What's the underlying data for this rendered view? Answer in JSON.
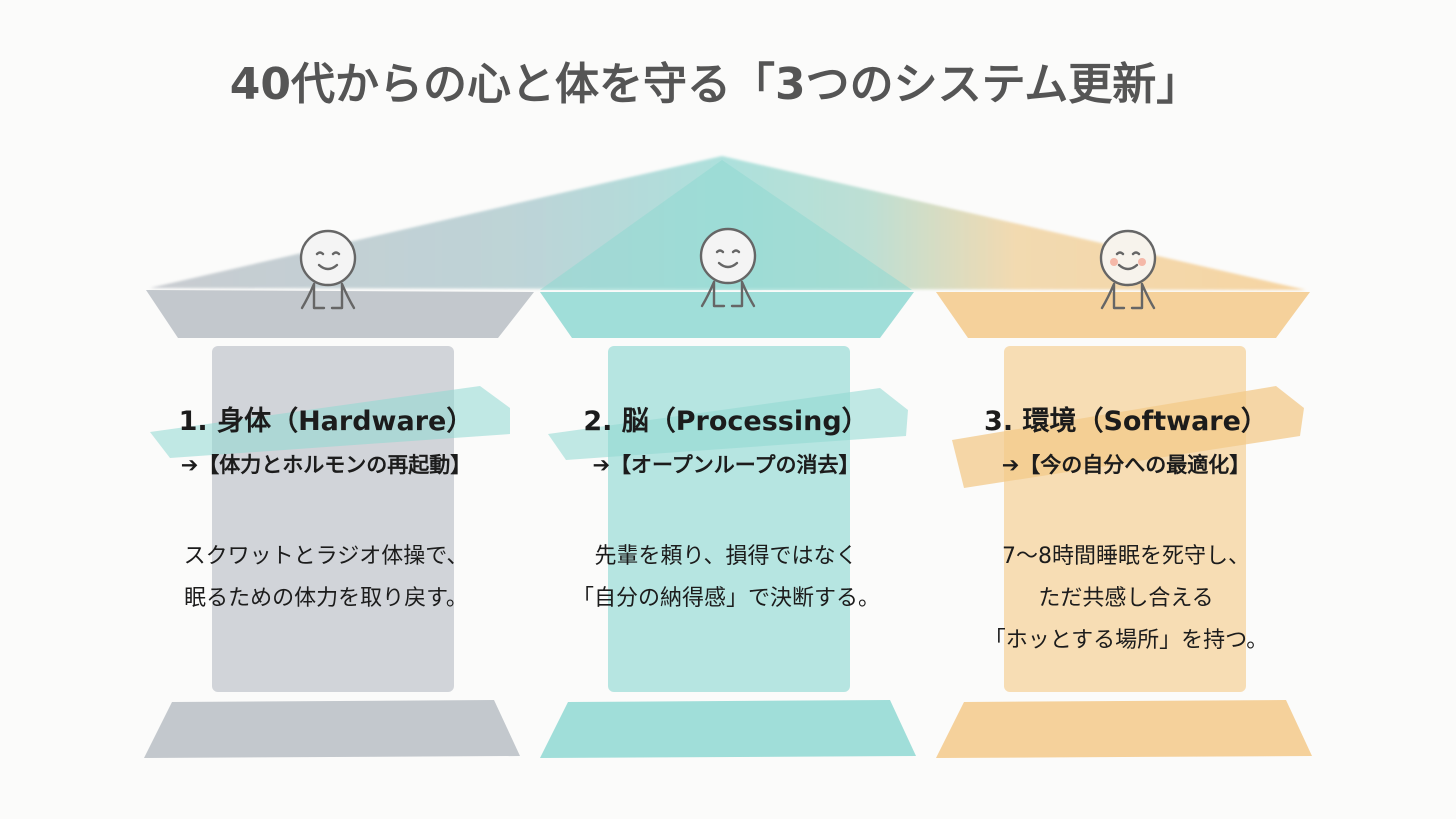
{
  "title": "40代からの心と体を守る「3つのシステム更新」",
  "pillars": [
    {
      "heading": "1. 身体（Hardware）",
      "subheading": "➔【体力とホルモンの再起動】",
      "body": [
        "スクワットとラジオ体操で、",
        "眠るための体力を取り戻す。"
      ],
      "color": "#b9bec4"
    },
    {
      "heading": "2. 脳（Processing）",
      "subheading": "➔【オープンループの消去】",
      "body": [
        "先輩を頼り、損得ではなく",
        "「自分の納得感」で決断する。"
      ],
      "color": "#8fd8d2"
    },
    {
      "heading": "3. 環境（Software）",
      "subheading": "➔【今の自分への最適化】",
      "body": [
        "7〜8時間睡眠を死守し、",
        "ただ共感し合える",
        "「ホッとする場所」を持つ。"
      ],
      "color": "#f3c98a"
    }
  ]
}
